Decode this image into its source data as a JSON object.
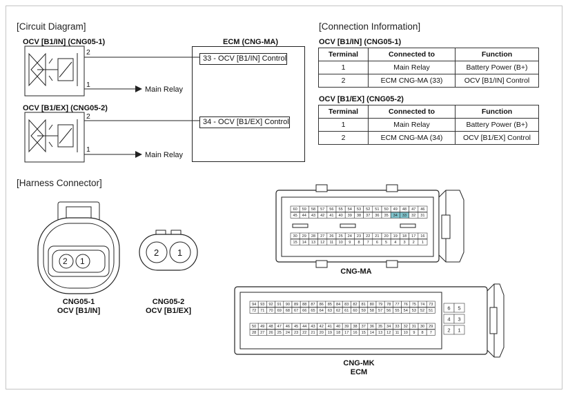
{
  "circuit": {
    "heading": "[Circuit Diagram]",
    "ocv1_label": "OCV [B1/IN] (CNG05-1)",
    "ocv2_label": "OCV [B1/EX] (CNG05-2)",
    "ecm_label": "ECM (CNG-MA)",
    "pin2": "2",
    "pin1": "1",
    "main_relay": "Main Relay",
    "ecm_pin33": "33 - OCV [B1/IN] Control",
    "ecm_pin34": "34 - OCV [B1/EX] Control"
  },
  "connection": {
    "heading": "[Connection Information]",
    "columns": [
      "Terminal",
      "Connected to",
      "Function"
    ],
    "tables": [
      {
        "title": "OCV [B1/IN] (CNG05-1)",
        "rows": [
          [
            "1",
            "Main Relay",
            "Battery Power (B+)"
          ],
          [
            "2",
            "ECM CNG-MA (33)",
            "OCV [B1/IN] Control"
          ]
        ]
      },
      {
        "title": "OCV [B1/EX] (CNG05-2)",
        "rows": [
          [
            "1",
            "Main Relay",
            "Battery Power (B+)"
          ],
          [
            "2",
            "ECM CNG-MA (34)",
            "OCV [B1/EX] Control"
          ]
        ]
      }
    ]
  },
  "harness": {
    "heading": "[Harness Connector]",
    "cng05_1": {
      "pins": [
        "2",
        "1"
      ],
      "caption_line1": "CNG05-1",
      "caption_line2": "OCV [B1/IN]"
    },
    "cng05_2": {
      "pins": [
        "2",
        "1"
      ],
      "caption_line1": "CNG05-2",
      "caption_line2": "OCV [B1/EX]"
    },
    "cng_ma": {
      "caption": "CNG-MA",
      "row1": [
        "60",
        "59",
        "58",
        "57",
        "56",
        "55",
        "54",
        "53",
        "52",
        "51",
        "50",
        "49",
        "48",
        "47",
        "46"
      ],
      "row2": [
        "45",
        "44",
        "43",
        "42",
        "41",
        "40",
        "39",
        "38",
        "37",
        "36",
        "35",
        "34",
        "33",
        "32",
        "31"
      ],
      "row3": [
        "30",
        "29",
        "28",
        "27",
        "26",
        "25",
        "24",
        "23",
        "22",
        "21",
        "20",
        "19",
        "18",
        "17",
        "16"
      ],
      "row4": [
        "15",
        "14",
        "13",
        "12",
        "11",
        "10",
        "9",
        "8",
        "7",
        "6",
        "5",
        "4",
        "3",
        "2",
        "1"
      ],
      "highlight": [
        "34",
        "33"
      ],
      "highlight_color": "#7fc3cc"
    },
    "cng_mk": {
      "caption_line1": "CNG-MK",
      "caption_line2": "ECM",
      "row1": [
        "94",
        "93",
        "92",
        "91",
        "90",
        "89",
        "88",
        "87",
        "86",
        "85",
        "84",
        "83",
        "82",
        "81",
        "80",
        "79",
        "78",
        "77",
        "76",
        "75",
        "74",
        "73"
      ],
      "row2": [
        "72",
        "71",
        "70",
        "69",
        "68",
        "67",
        "66",
        "65",
        "64",
        "63",
        "62",
        "61",
        "60",
        "59",
        "58",
        "57",
        "56",
        "55",
        "54",
        "53",
        "52",
        "51"
      ],
      "row3": [
        "50",
        "49",
        "48",
        "47",
        "46",
        "45",
        "44",
        "43",
        "42",
        "41",
        "40",
        "39",
        "38",
        "37",
        "36",
        "35",
        "34",
        "33",
        "32",
        "31",
        "30",
        "29"
      ],
      "row4": [
        "28",
        "27",
        "26",
        "25",
        "24",
        "23",
        "22",
        "21",
        "20",
        "19",
        "18",
        "17",
        "16",
        "15",
        "14",
        "13",
        "12",
        "11",
        "10",
        "9",
        "8",
        "7"
      ],
      "side_rows": [
        [
          "6",
          "5"
        ],
        [
          "4",
          "3"
        ],
        [
          "2",
          "1"
        ]
      ]
    }
  }
}
